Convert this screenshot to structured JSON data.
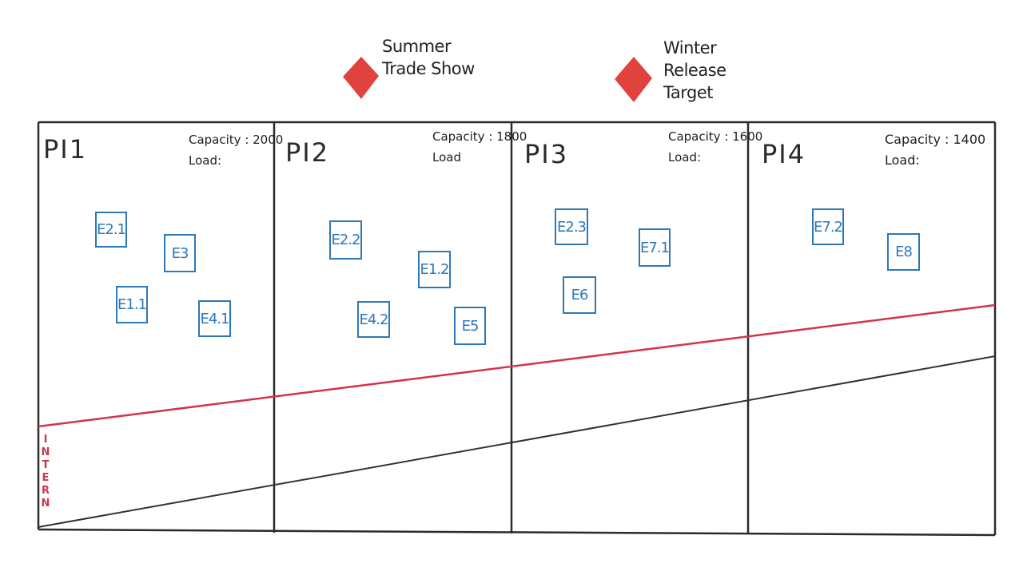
{
  "milestones": [
    {
      "label": "Summer\nTrade Show",
      "color": "#e0433e"
    },
    {
      "label": "Winter\nRelease\nTarget",
      "color": "#e0433e"
    }
  ],
  "pis": [
    {
      "title": "PI1",
      "capacity_label": "Capacity : 2000",
      "load_label": "Load:"
    },
    {
      "title": "PI2",
      "capacity_label": "Capacity : 1800",
      "load_label": "Load"
    },
    {
      "title": "PI3",
      "capacity_label": "Capacity : 1600",
      "load_label": "Load:"
    },
    {
      "title": "PI4",
      "capacity_label": "Capacity : 1400",
      "load_label": "Load:"
    }
  ],
  "epics": [
    {
      "label": "E2.1"
    },
    {
      "label": "E3"
    },
    {
      "label": "E1.1"
    },
    {
      "label": "E4.1"
    },
    {
      "label": "E2.2"
    },
    {
      "label": "E1.2"
    },
    {
      "label": "E4.2"
    },
    {
      "label": "E5"
    },
    {
      "label": "E2.3"
    },
    {
      "label": "E7.1"
    },
    {
      "label": "E6"
    },
    {
      "label": "E7.2"
    },
    {
      "label": "E8"
    }
  ],
  "trend_lines": {
    "red_label": "INTERN",
    "red_color": "#d2334a",
    "black_color": "#333333"
  }
}
